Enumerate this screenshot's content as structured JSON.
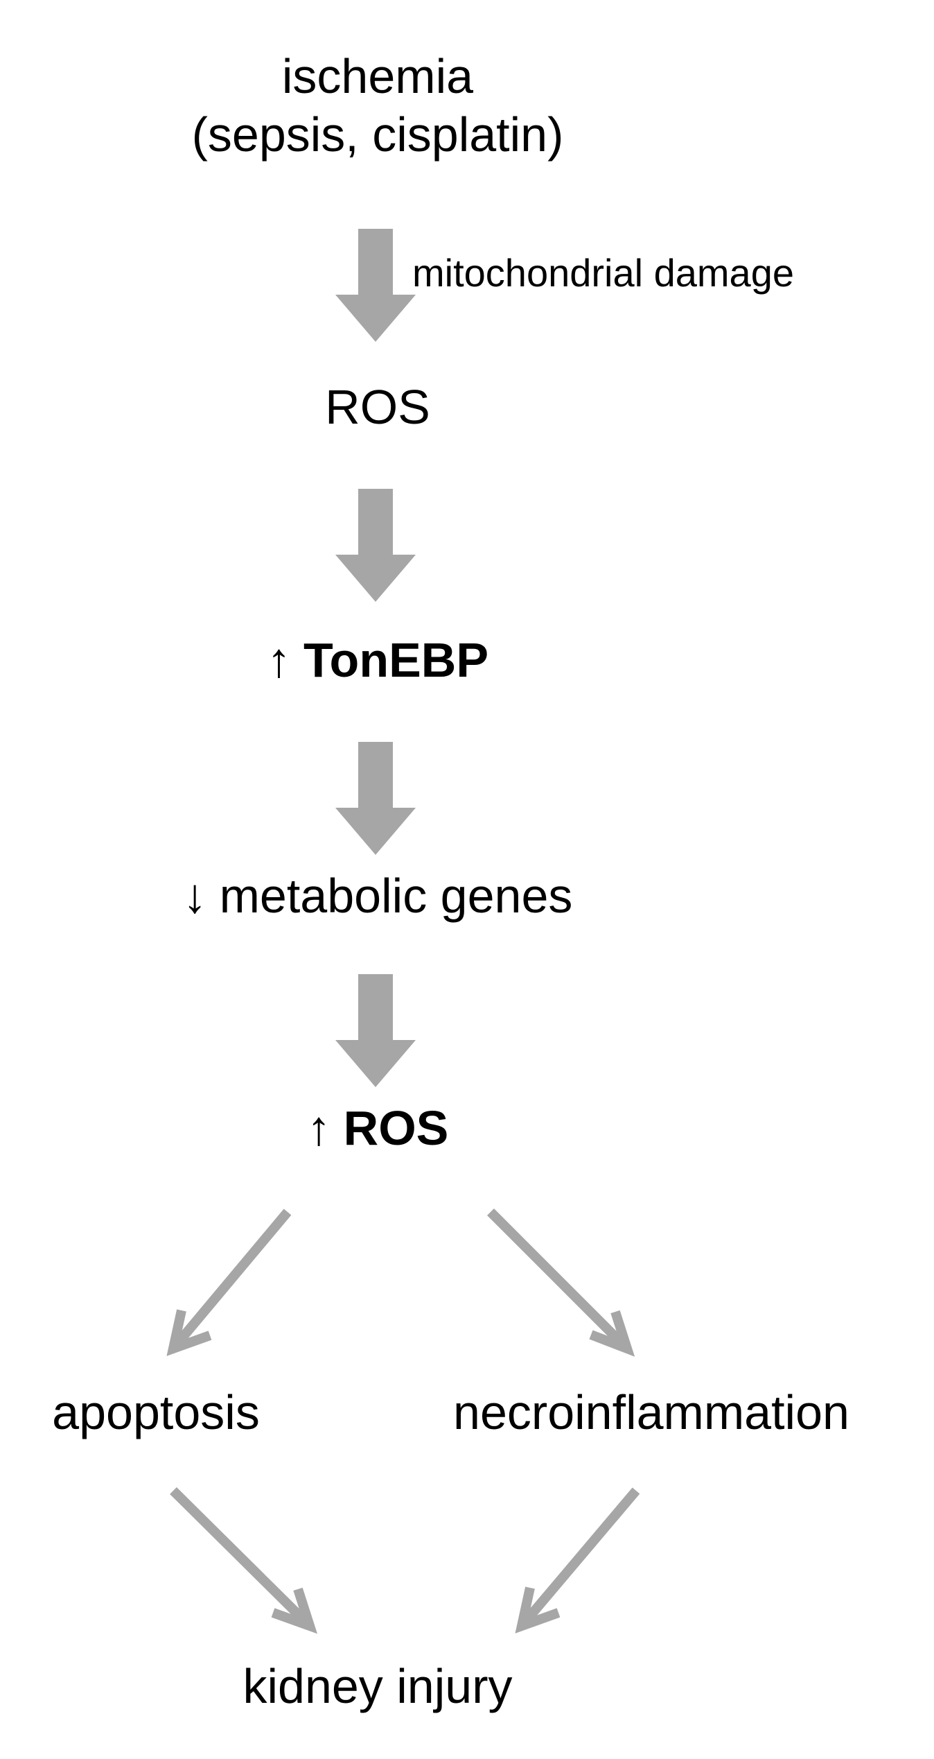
{
  "nodes": {
    "ischemia": {
      "line1": "ischemia",
      "line2": "(sepsis, cisplatin)"
    },
    "ros1": "ROS",
    "tonebp": {
      "arrow": "↑",
      "text": "TonEBP"
    },
    "metabolic": {
      "arrow": "↓",
      "text": "metabolic genes"
    },
    "ros2": {
      "arrow": "↑",
      "text": "ROS"
    },
    "apoptosis": "apoptosis",
    "necroinflammation": "necroinflammation",
    "kidney_injury": "kidney injury"
  },
  "edge_labels": {
    "mitochondrial": "mitochondrial damage"
  },
  "colors": {
    "arrow": "#a6a6a6",
    "text": "#000000",
    "background": "#ffffff"
  }
}
